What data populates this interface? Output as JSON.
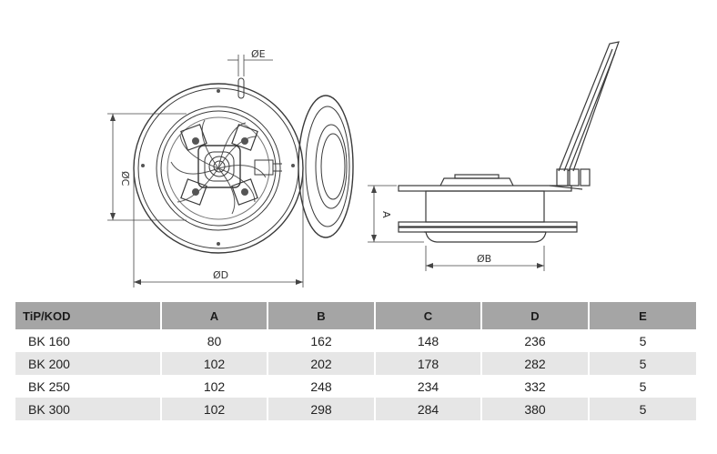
{
  "drawing": {
    "dim_labels": {
      "e": "ØE",
      "c": "ØC",
      "d": "ØD",
      "a": "A",
      "b": "ØB"
    }
  },
  "table": {
    "headers": [
      "TiP/KOD",
      "A",
      "B",
      "C",
      "D",
      "E"
    ],
    "rows": [
      [
        "BK 160",
        "80",
        "162",
        "148",
        "236",
        "5"
      ],
      [
        "BK 200",
        "102",
        "202",
        "178",
        "282",
        "5"
      ],
      [
        "BK 250",
        "102",
        "248",
        "234",
        "332",
        "5"
      ],
      [
        "BK 300",
        "102",
        "298",
        "284",
        "380",
        "5"
      ]
    ]
  }
}
